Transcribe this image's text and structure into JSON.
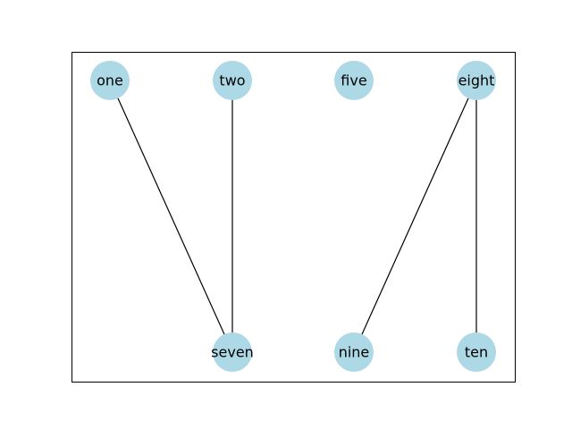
{
  "graph": {
    "node_color": "#add8e6",
    "edge_color": "#000000",
    "frame_color": "#000000",
    "nodes": [
      {
        "id": "one",
        "label": "one",
        "row": "top",
        "column": 0
      },
      {
        "id": "two",
        "label": "two",
        "row": "top",
        "column": 1
      },
      {
        "id": "five",
        "label": "five",
        "row": "top",
        "column": 2
      },
      {
        "id": "eight",
        "label": "eight",
        "row": "top",
        "column": 3
      },
      {
        "id": "seven",
        "label": "seven",
        "row": "bottom",
        "column": 1
      },
      {
        "id": "nine",
        "label": "nine",
        "row": "bottom",
        "column": 2
      },
      {
        "id": "ten",
        "label": "ten",
        "row": "bottom",
        "column": 3
      }
    ],
    "edges": [
      {
        "source": "one",
        "target": "seven"
      },
      {
        "source": "two",
        "target": "seven"
      },
      {
        "source": "eight",
        "target": "nine"
      },
      {
        "source": "eight",
        "target": "ten"
      }
    ]
  }
}
